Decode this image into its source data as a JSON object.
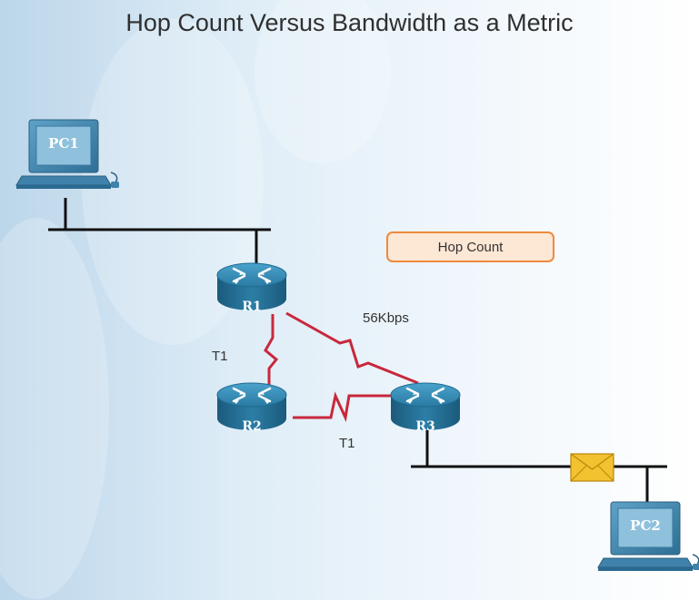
{
  "title": "Hop Count Versus Bandwidth as a Metric",
  "button": {
    "label": "Hop Count"
  },
  "devices": {
    "pc1": "PC1",
    "pc2": "PC2",
    "r1": "R1",
    "r2": "R2",
    "r3": "R3"
  },
  "links": {
    "r1_r3": "56Kbps",
    "r1_r2": "T1",
    "r2_r3": "T1"
  },
  "colors": {
    "serial_link": "#c8283c",
    "ethernet": "#111111",
    "router": "#2c7fa6",
    "button_border": "#ee8a3c",
    "button_fill": "#fde7d5",
    "envelope": "#f2c230"
  }
}
